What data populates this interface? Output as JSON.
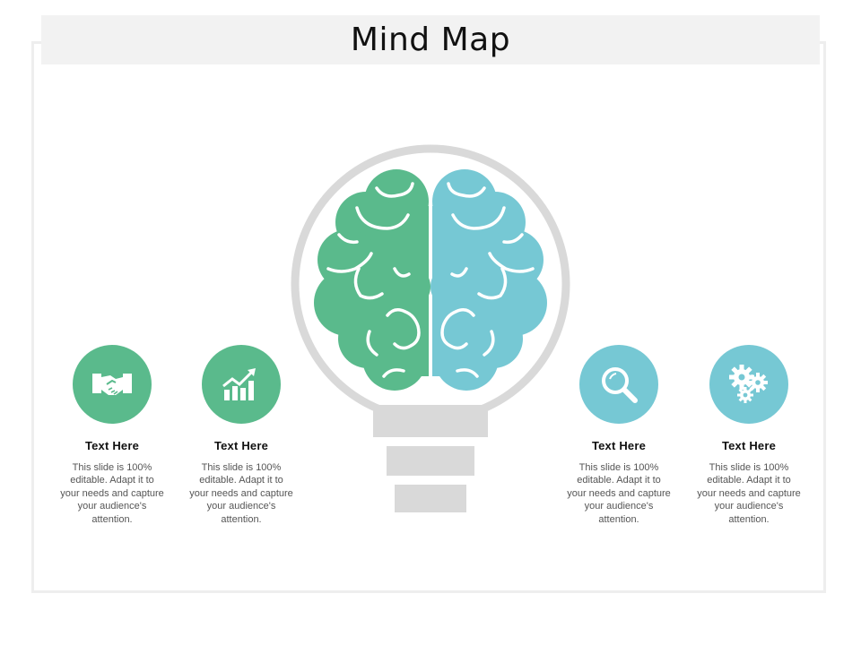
{
  "title": "Mind Map",
  "colors": {
    "green": "#5aba8c",
    "teal": "#76c8d4",
    "bulb_gray": "#d9d9d9",
    "title_bg": "#f2f2f2"
  },
  "cards": [
    {
      "heading": "Text Here",
      "body": "This slide is 100% editable. Adapt it to your needs and capture your audience's attention.",
      "icon": "handshake-icon",
      "color": "#5aba8c"
    },
    {
      "heading": "Text Here",
      "body": "This slide is 100% editable. Adapt it to your needs and capture your audience's attention.",
      "icon": "growth-chart-icon",
      "color": "#5aba8c"
    },
    {
      "heading": "Text Here",
      "body": "This slide is 100% editable. Adapt it to your needs and capture your audience's attention.",
      "icon": "magnifier-icon",
      "color": "#76c8d4"
    },
    {
      "heading": "Text Here",
      "body": "This slide is 100% editable. Adapt it to your needs and capture your audience's attention.",
      "icon": "gears-icon",
      "color": "#76c8d4"
    }
  ]
}
